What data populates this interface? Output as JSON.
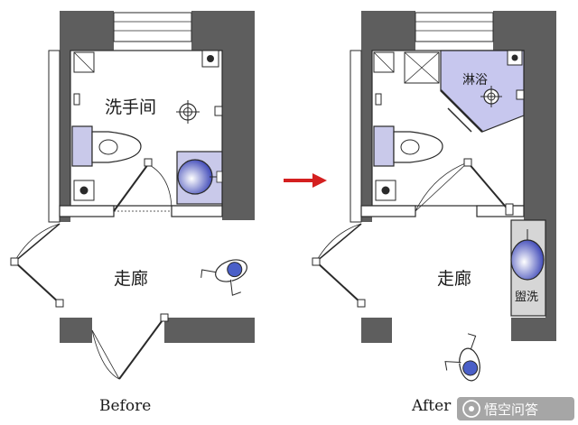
{
  "before": {
    "room_label": "洗手间",
    "corridor_label": "走廊",
    "caption": "Before"
  },
  "after": {
    "shower_label": "淋浴",
    "corridor_label": "走廊",
    "washing_label": "盥洗",
    "caption": "After"
  },
  "watermark": "悟空问答",
  "colors": {
    "wall": "#5e5e5e",
    "fixture_fill": "#c9c9ea",
    "shower_fill": "#c7c7ee",
    "arrow": "#d42020",
    "line": "#2a2a2a",
    "person_head": "#4a5fc8"
  },
  "icons": {
    "arrow": "right-arrow-icon",
    "person": "person-walking-icon",
    "watermark": "chat-bubble-icon"
  }
}
